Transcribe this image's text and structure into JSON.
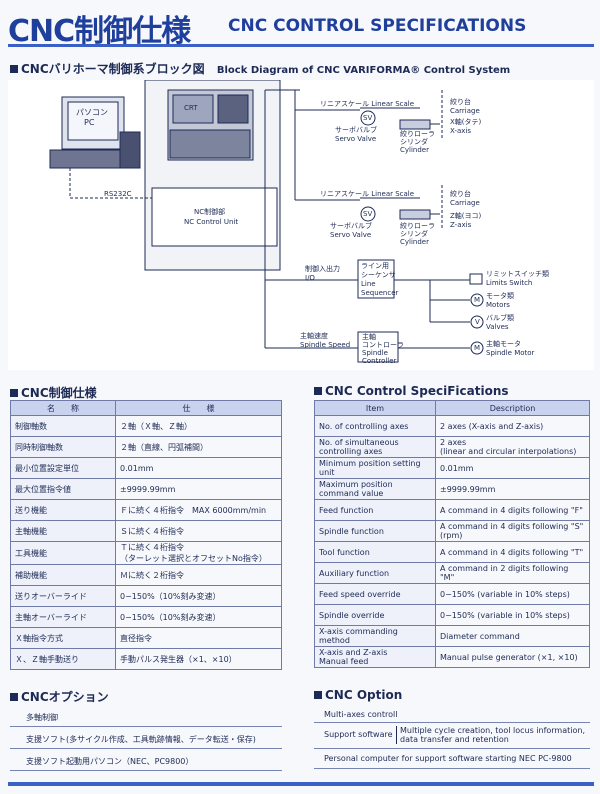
{
  "header": {
    "title_jp": "CNC制御仕様",
    "title_en": "CNC CONTROL SPECIFICATIONS"
  },
  "block_diagram": {
    "heading_jp": "CNCバリホーマ制御系ブロック図",
    "heading_en": "Block Diagram of CNC VARIFORMA® Control System",
    "pc_jp": "パソコン",
    "pc_en": "PC",
    "crt": "CRT",
    "rs232c": "RS232C",
    "nc_jp": "NC制御部",
    "nc_en": "NC Control Unit",
    "linear_scale": "リニアスケール Linear Scale",
    "sv": "SV",
    "servo_jp": "サーボバルブ",
    "servo_en": "Servo Valve",
    "cyl_jp1": "絞りローラ",
    "cyl_jp2": "シリンダ",
    "cyl_en": "Cylinder",
    "carriage_jp": "絞り台",
    "carriage_en": "Carriage",
    "x_axis_jp": "X軸(タテ)",
    "x_axis_en": "X-axis",
    "z_axis_jp": "Z軸(ヨコ)",
    "z_axis_en": "Z-axis",
    "io_jp": "制御入出力",
    "io_en": "I/O",
    "seq_jp1": "ライン用",
    "seq_jp2": "シーケンサ",
    "seq_en1": "Line",
    "seq_en2": "Sequencer",
    "limit_jp": "リミットスイッチ類",
    "limit_en": "Limits Switch",
    "m": "M",
    "v": "V",
    "motors_jp": "モータ類",
    "motors_en": "Motors",
    "valves_jp": "バルブ類",
    "valves_en": "Valves",
    "spindle_speed_jp": "主軸速度",
    "spindle_speed_en": "Spindle Speed",
    "sc_jp1": "主軸",
    "sc_jp2": "コントローラ",
    "sc_en1": "Spindle",
    "sc_en2": "Controller",
    "spindle_motor_jp": "主軸モータ",
    "spindle_motor_en": "Spindle Motor"
  },
  "spec_jp": {
    "heading": "CNC制御仕様",
    "col1": "名　　称",
    "col2": "仕　　様",
    "rows": [
      [
        "制御軸数",
        "２軸（Ｘ軸、Ｚ軸）"
      ],
      [
        "同時制御軸数",
        "２軸（直線、円弧補間）"
      ],
      [
        "最小位置設定単位",
        "0.01mm"
      ],
      [
        "最大位置指令値",
        "±9999.99mm"
      ],
      [
        "送り機能",
        "Ｆに続く４桁指令　MAX 6000mm/min"
      ],
      [
        "主軸機能",
        "Ｓに続く４桁指令"
      ],
      [
        "工具機能",
        "Ｔに続く４桁指令\n（ターレット選択とオフセットNo指令）"
      ],
      [
        "補助機能",
        "Ｍに続く２桁指令"
      ],
      [
        "送りオーバーライド",
        "0−150%（10%刻み変速）"
      ],
      [
        "主軸オーバーライド",
        "0−150%（10%刻み変速）"
      ],
      [
        "Ｘ軸指令方式",
        "直径指令"
      ],
      [
        "Ｘ、Ｚ軸手動送り",
        "手動パルス発生器（×1、×10）"
      ]
    ]
  },
  "spec_en": {
    "heading": "CNC Control SpeciFications",
    "col1": "Item",
    "col2": "Description",
    "rows": [
      [
        "No. of controlling axes",
        "2 axes (X-axis and Z-axis)"
      ],
      [
        "No. of simultaneous\ncontrolling axes",
        "2 axes\n(linear and circular interpolations)"
      ],
      [
        "Minimum position setting\nunit",
        "0.01mm"
      ],
      [
        "Maximum position\ncommand value",
        "±9999.99mm"
      ],
      [
        "Feed function",
        "A command in 4 digits following \"F\""
      ],
      [
        "Spindle function",
        "A command in 4 digits following \"S\"\n(rpm)"
      ],
      [
        "Tool function",
        "A command in 4 digits following \"T\""
      ],
      [
        "Auxiliary function",
        "A command in 2 digits following \"M\""
      ],
      [
        "Feed speed override",
        "0−150% (variable in 10% steps)"
      ],
      [
        "Spindle override",
        "0−150% (variable in 10% steps)"
      ],
      [
        "X-axis commanding\nmethod",
        "Diameter command"
      ],
      [
        "X-axis and Z-axis\nManual feed",
        "Manual pulse generator (×1, ×10)"
      ]
    ]
  },
  "option_jp": {
    "heading": "CNCオプション",
    "items": [
      "多軸制御",
      "支援ソフト(多サイクル作成、工具軌跡情報、データ転送・保存)",
      "支援ソフト起動用パソコン（NEC、PC9800）"
    ]
  },
  "option_en": {
    "heading": "CNC Option",
    "item1": "Multi-axes controll",
    "item2_label": "Support software",
    "item2_detail1": "Multiple cycle creation, tool locus information,",
    "item2_detail2": "data transfer and retention",
    "item3": "Personal computer for support software starting NEC PC-9800"
  },
  "colors": {
    "accent": "#1f3f9c",
    "rule": "#3a5fc7",
    "table_head": "#c9d3ee"
  }
}
